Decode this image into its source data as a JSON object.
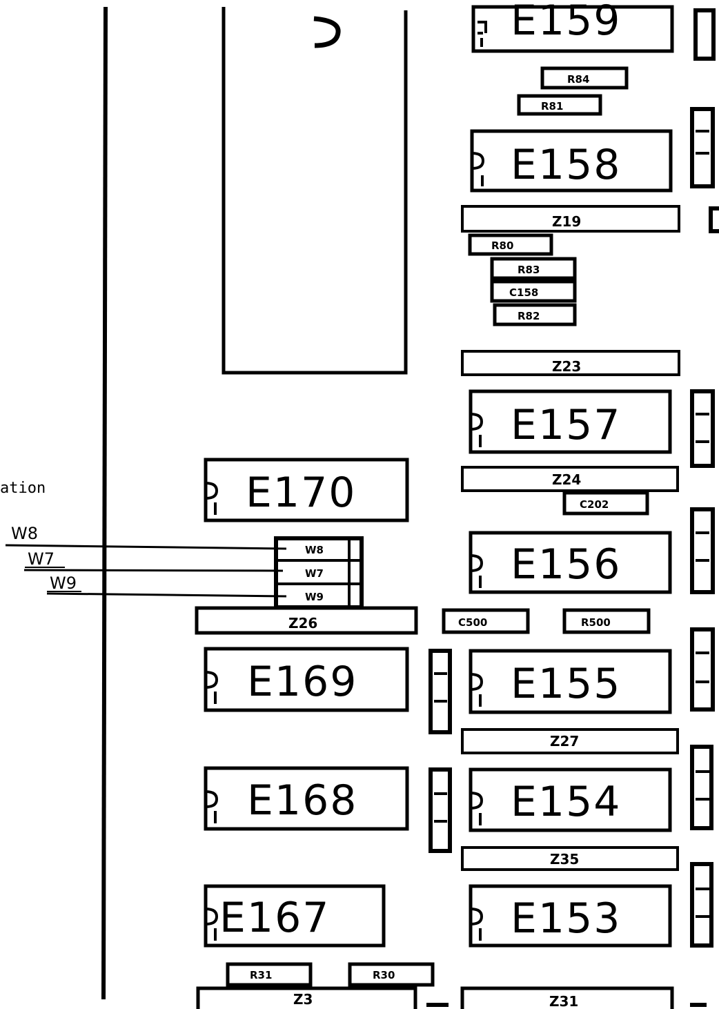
{
  "note": "ation",
  "chips": {
    "e159": "E159",
    "e158": "E158",
    "e157": "E157",
    "e156": "E156",
    "e155": "E155",
    "e154": "E154",
    "e153": "E153",
    "e170": "E170",
    "e169": "E169",
    "e168": "E168",
    "e167": "E167"
  },
  "strips": {
    "z19": "Z19",
    "z23": "Z23",
    "z24": "Z24",
    "z26": "Z26",
    "z27": "Z27",
    "z35": "Z35",
    "z31": "Z31",
    "z3": "Z3"
  },
  "components": {
    "r84": "R84",
    "r81": "R81",
    "r80": "R80",
    "r83": "R83",
    "c158": "C158",
    "r82": "R82",
    "c202": "C202",
    "c500": "C500",
    "r500": "R500",
    "r31": "R31",
    "r30": "R30"
  },
  "jumpers": {
    "box_w8": "W8",
    "box_w7": "W7",
    "box_w9": "W9",
    "callout_w8": "W8",
    "callout_w7": "W7",
    "callout_w9": "W9"
  }
}
